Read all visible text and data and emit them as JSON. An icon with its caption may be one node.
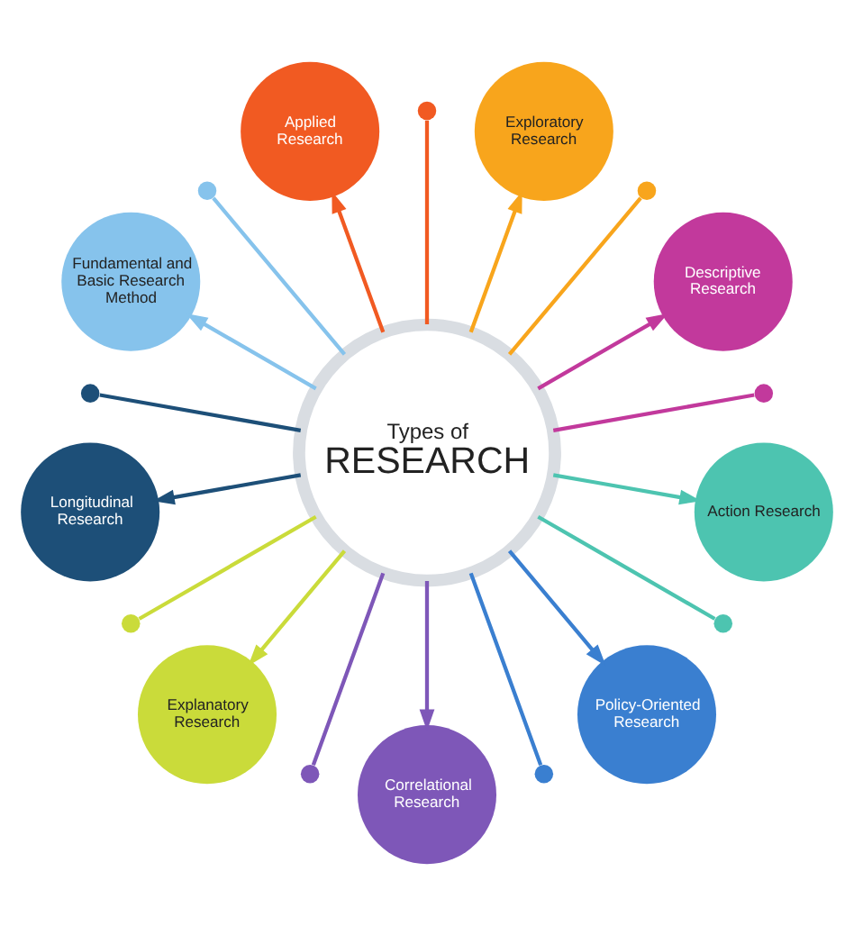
{
  "diagram": {
    "nodes": [
      {
        "text": [
          "Types of",
          "RESEARCH"
        ]
      },
      {
        "text": [
          "Applied Research"
        ]
      },
      {
        "text": [
          "Exploratory Research"
        ]
      },
      {
        "text": [
          "Descriptive Research"
        ]
      },
      {
        "text": [
          "Action Research"
        ]
      },
      {
        "text": [
          "Policy-Oriented Research"
        ]
      },
      {
        "text": [
          "Correlational Research"
        ]
      },
      {
        "text": [
          "Explanatory Research"
        ]
      },
      {
        "text": [
          "Longitudinal Research"
        ]
      },
      {
        "text": [
          "Fundamental and Basic Research Method"
        ]
      },
      {
        "text": [],
        "shape": "circle"
      },
      {
        "text": [],
        "shape": "circle"
      },
      {
        "text": [],
        "shape": "circle"
      },
      {
        "text": [],
        "shape": "circle"
      },
      {
        "text": [],
        "shape": "circle"
      },
      {
        "text": [],
        "shape": "circle"
      },
      {
        "text": [],
        "shape": "circle"
      },
      {
        "text": [],
        "shape": "circle"
      },
      {
        "text": [],
        "shape": "circle"
      }
    ],
    "edges": [
      {
        "from": 0,
        "to": 1,
        "arrow": "to",
        "color": "#f15a22"
      },
      {
        "from": 0,
        "to": 10,
        "arrow": "none",
        "color": "#f15a22"
      },
      {
        "from": 0,
        "to": 2,
        "arrow": "to",
        "color": "#f8a51c"
      },
      {
        "from": 0,
        "to": 11,
        "arrow": "none",
        "color": "#f8a51c"
      },
      {
        "from": 0,
        "to": 3,
        "arrow": "to",
        "color": "#c2399c"
      },
      {
        "from": 0,
        "to": 13,
        "arrow": "none",
        "color": "#c2399c"
      },
      {
        "from": 0,
        "to": 4,
        "arrow": "to",
        "color": "#4dc4b0"
      },
      {
        "from": 0,
        "to": 15,
        "arrow": "none",
        "color": "#4dc4b0"
      },
      {
        "from": 0,
        "to": 5,
        "arrow": "to",
        "color": "#3a7fd0"
      },
      {
        "from": 0,
        "to": 17,
        "arrow": "none",
        "color": "#3a7fd0"
      },
      {
        "from": 0,
        "to": 6,
        "arrow": "to",
        "color": "#7e57b8"
      },
      {
        "from": 0,
        "to": 18,
        "arrow": "none",
        "color": "#7e57b8"
      },
      {
        "from": 0,
        "to": 7,
        "arrow": "to",
        "color": "#cadb3a"
      },
      {
        "from": 0,
        "to": 16,
        "arrow": "none",
        "color": "#cadb3a"
      },
      {
        "from": 0,
        "to": 8,
        "arrow": "to",
        "color": "#1d4f78"
      },
      {
        "from": 0,
        "to": 14,
        "arrow": "none",
        "color": "#1d4f78"
      },
      {
        "from": 0,
        "to": 9,
        "arrow": "to",
        "color": "#86c3ec"
      },
      {
        "from": 0,
        "to": 12,
        "arrow": "none",
        "color": "#86c3ec"
      }
    ]
  }
}
